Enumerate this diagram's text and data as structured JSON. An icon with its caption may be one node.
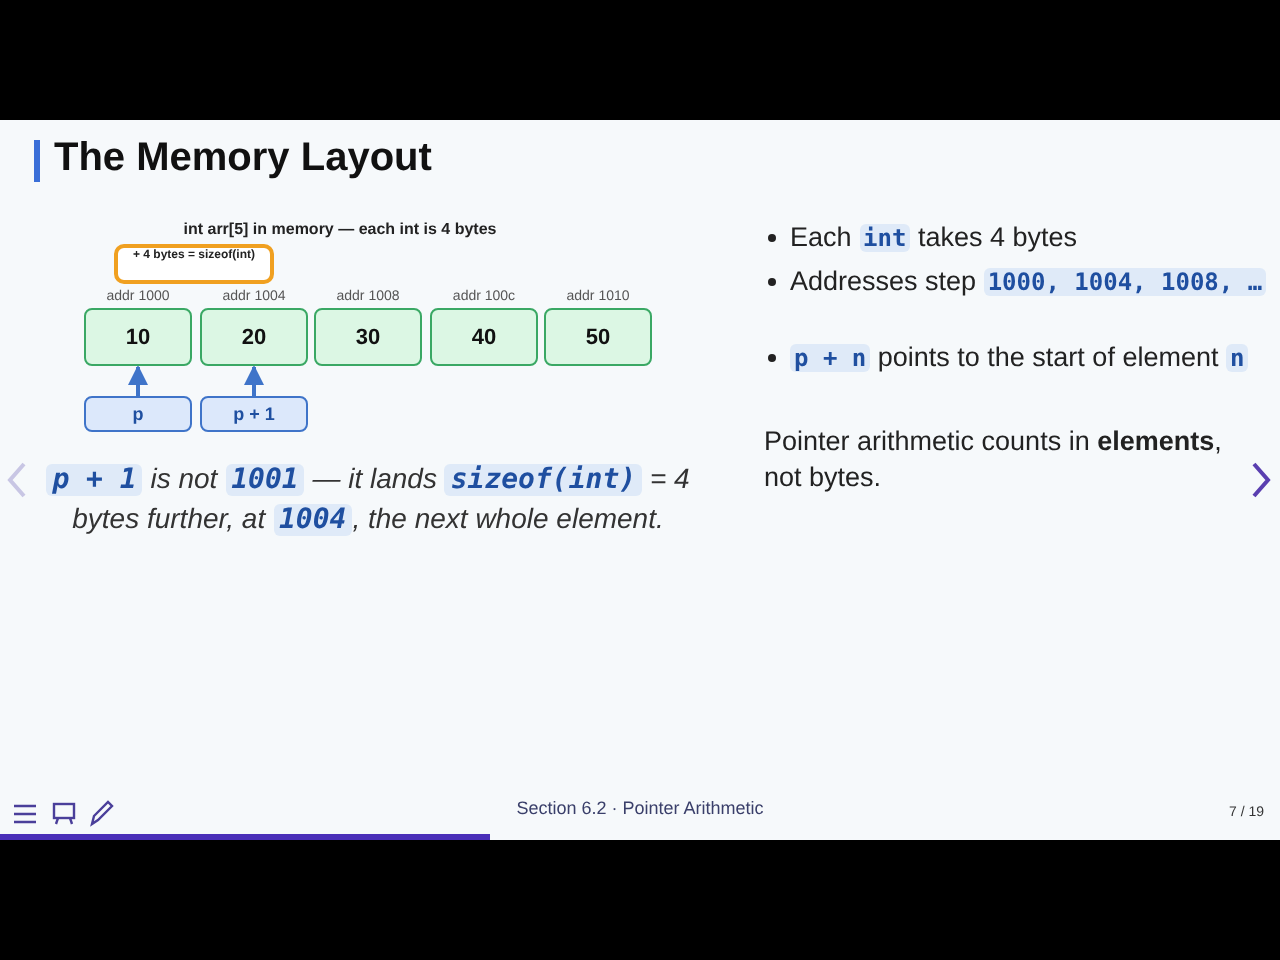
{
  "diagram": {
    "title": "The Memory Layout",
    "nodes": [
      {
        "text": [
          "10"
        ],
        "beside": [
          "addr 1000"
        ]
      },
      {
        "text": [
          "20"
        ],
        "beside": [
          "addr 1004"
        ]
      },
      {
        "text": [
          "30"
        ],
        "beside": [
          "addr 1008"
        ]
      },
      {
        "text": [
          "40"
        ],
        "beside": [
          "addr 100c"
        ]
      },
      {
        "text": [
          "50"
        ],
        "beside": [
          "addr 1010"
        ]
      },
      {
        "text": [
          "p"
        ]
      },
      {
        "text": [
          "p + 1"
        ]
      }
    ],
    "edges": [
      {
        "from": 5,
        "to": 0,
        "arrow": "to"
      },
      {
        "from": 6,
        "to": 1,
        "arrow": "to"
      }
    ],
    "labels": [
      "int arr[5] in memory — each int is 4 bytes",
      "+ 4 bytes = sizeof(int)",
      "*p + 1* is not *1001* — it lands *sizeof(int)* = 4 bytes further, at *1004*, the next whole element.",
      "Each **int** takes 4 bytes",
      "Addresses step **1000, 1004, 1008, …**",
      "**p + n** points to the start of element **n**",
      "Pointer arithmetic counts in **elements**, not bytes.",
      "Section 6.2 · Pointer Arithmetic",
      "7 / 19"
    ]
  }
}
